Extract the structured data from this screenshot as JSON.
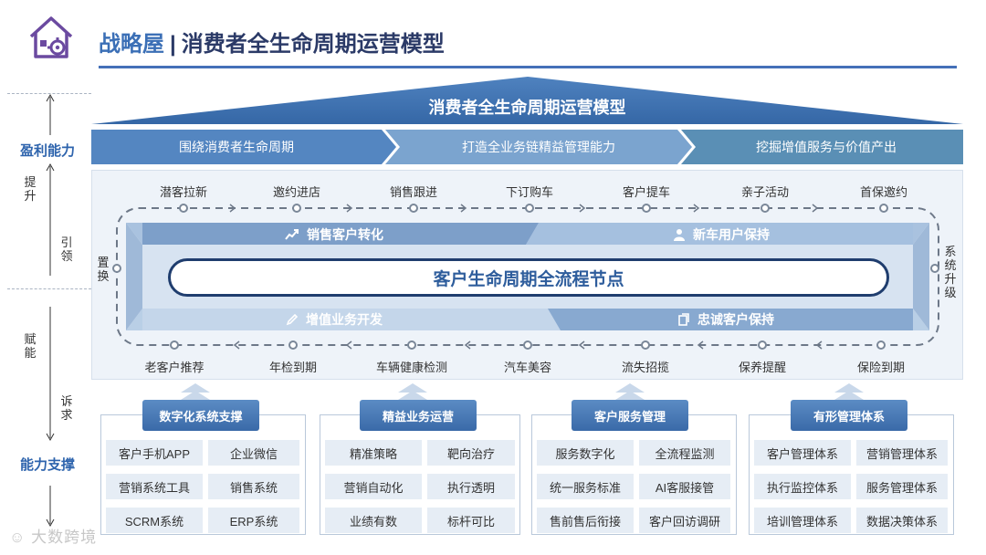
{
  "header": {
    "title_accent": "战略屋",
    "separator": "|",
    "title_main": "消费者全生命周期运营模型"
  },
  "roof": {
    "title": "消费者全生命周期运营模型"
  },
  "chevrons": [
    "围绕消费者生命周期",
    "打造全业务链精益管理能力",
    "挖掘增值服务与价值产出"
  ],
  "left_axis": {
    "top_label": "盈利能力",
    "up_word": "提升",
    "mid_word": "引领",
    "lower_word": "赋能",
    "ask_word": "诉求",
    "bottom_label": "能力支撑"
  },
  "cycle": {
    "top_nodes": [
      "潜客拉新",
      "邀约进店",
      "销售跟进",
      "下订购车",
      "客户提车",
      "亲子活动",
      "首保邀约"
    ],
    "bottom_nodes": [
      "老客户推荐",
      "年检到期",
      "车辆健康检测",
      "汽车美容",
      "流失招揽",
      "保养提醒",
      "保险到期"
    ],
    "left_label": "置换",
    "right_label": "系统升级",
    "q1": "销售客户转化",
    "q2": "新车用户保持",
    "q3": "增值业务开发",
    "q4": "忠诚客户保持",
    "center": "客户生命周期全流程节点"
  },
  "supports": [
    {
      "title": "数字化系统支撑",
      "items": [
        "客户手机APP",
        "企业微信",
        "营销系统工具",
        "销售系统",
        "SCRM系统",
        "ERP系统"
      ]
    },
    {
      "title": "精益业务运营",
      "items": [
        "精准策略",
        "靶向治疗",
        "营销自动化",
        "执行透明",
        "业绩有数",
        "标杆可比"
      ]
    },
    {
      "title": "客户服务管理",
      "items": [
        "服务数字化",
        "全流程监测",
        "统一服务标准",
        "AI客服接管",
        "售前售后衔接",
        "客户回访调研"
      ]
    },
    {
      "title": "有形管理体系",
      "items": [
        "客户管理体系",
        "营销管理体系",
        "执行监控体系",
        "服务管理体系",
        "培训管理体系",
        "数据决策体系"
      ]
    }
  ],
  "watermark": "大数跨境",
  "colors": {
    "accent": "#3b6fb6",
    "navy": "#2b3a67",
    "panel": "#eef3f9",
    "band": "#5b89bf"
  }
}
